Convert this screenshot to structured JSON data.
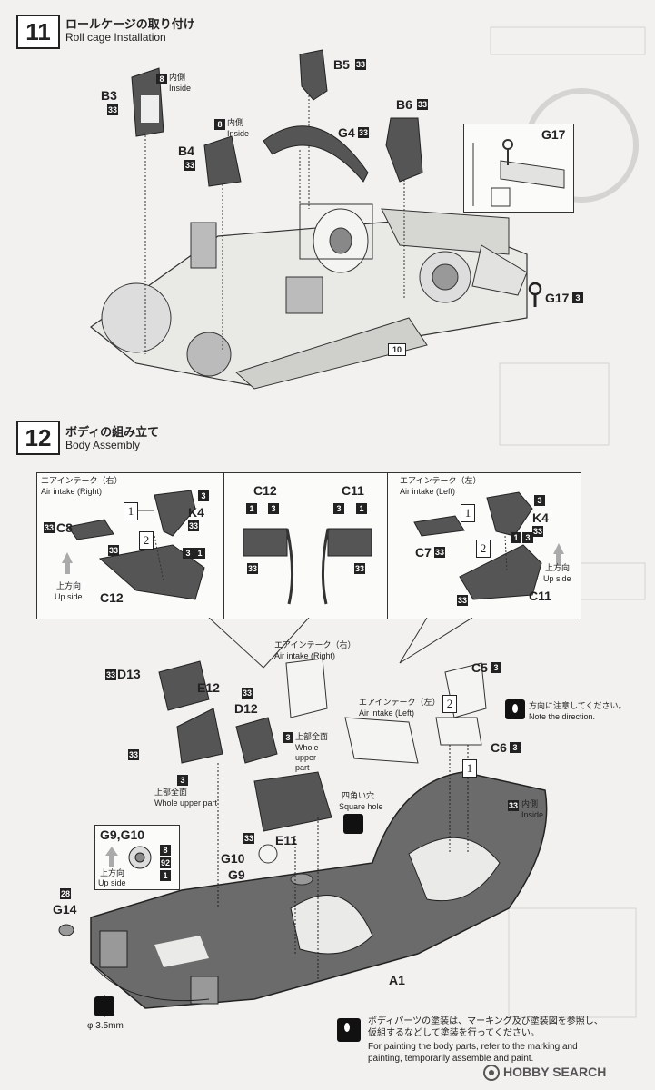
{
  "step11": {
    "number": "11",
    "title_jp": "ロールケージの取り付け",
    "title_en": "Roll cage Installation",
    "labels": {
      "b5": "B5",
      "b5_n": "33",
      "b3": "B3",
      "b3_n": "33",
      "b3_in_n": "8",
      "b3_in_jp": "内側",
      "b3_in_en": "Inside",
      "b4": "B4",
      "b4_n": "33",
      "b4_in_n": "8",
      "b4_in_jp": "内側",
      "b4_in_en": "Inside",
      "g4": "G4",
      "g4_n": "33",
      "b6": "B6",
      "b6_n": "33",
      "g17": "G17",
      "g17b": "G17",
      "g17b_n": "3",
      "ref10": "10"
    }
  },
  "step12": {
    "number": "12",
    "title_jp": "ボディの組み立て",
    "title_en": "Body Assembly",
    "panel_right": {
      "title_jp": "エアインテーク（右）",
      "title_en": "Air intake (Right)",
      "c8": "C8",
      "c8_n": "33",
      "k4": "K4",
      "k4_n1": "3",
      "k4_n2": "33",
      "c12": "C12",
      "c12_n": "33",
      "n3": "3",
      "n1": "1",
      "up_jp": "上方向",
      "up_en": "Up side",
      "o1": "1",
      "o2": "2"
    },
    "panel_mid": {
      "c12": "C12",
      "c11": "C11",
      "c12_n1": "1",
      "c12_n2": "3",
      "c12_n3": "33",
      "c11_n1": "3",
      "c11_n2": "1",
      "c11_n3": "33"
    },
    "panel_left": {
      "title_jp": "エアインテーク（左）",
      "title_en": "Air intake (Left)",
      "c7": "C7",
      "c7_n": "33",
      "k4": "K4",
      "k4_n1": "3",
      "k4_n2": "33",
      "c11": "C11",
      "c11_n": "33",
      "n1": "1",
      "n3": "3",
      "up_jp": "上方向",
      "up_en": "Up side",
      "o1": "1",
      "o2": "2"
    },
    "main": {
      "d13": "D13",
      "d13_n": "33",
      "e12": "E12",
      "e12_n": "33",
      "e12_whole_n": "3",
      "e12_whole_jp": "上部全面",
      "e12_whole_en": "Whole upper part",
      "d12": "D12",
      "d12_n": "33",
      "e11": "E11",
      "e11_n": "33",
      "e11_whole_n": "3",
      "e11_whole_jp": "上部全面",
      "e11_whole_en": "Whole upper part",
      "air_r_jp": "エアインテーク（右）",
      "air_r_en": "Air intake (Right)",
      "air_l_jp": "エアインテーク（左）",
      "air_l_en": "Air intake (Left)",
      "c5": "C5",
      "c5_n": "3",
      "c6": "C6",
      "c6_n": "3",
      "dir_jp": "方向に注意してください。",
      "dir_en": "Note the direction.",
      "square_jp": "四角い穴",
      "square_en": "Square hole",
      "inside_n": "33",
      "inside_jp": "内側",
      "inside_en": "Inside",
      "g9g10": "G9,G10",
      "g9g10_n1": "8",
      "g9g10_n2": "92",
      "g9g10_n3": "1",
      "g9g10_up_jp": "上方向",
      "g9g10_up_en": "Up side",
      "g10": "G10",
      "g9": "G9",
      "g14": "G14",
      "g14_n": "28",
      "a1": "A1",
      "drill": "φ 3.5mm",
      "o1": "1",
      "o2": "2"
    },
    "note": {
      "jp_line1": "ボディパーツの塗装は、マーキング及び塗装図を参照し、",
      "jp_line2": "仮組するなどして塗装を行ってください。",
      "en_line1": "For painting the body parts, refer to the marking and",
      "en_line2": "painting, temporarily assemble and paint."
    }
  },
  "watermark": "HOBBY SEARCH"
}
